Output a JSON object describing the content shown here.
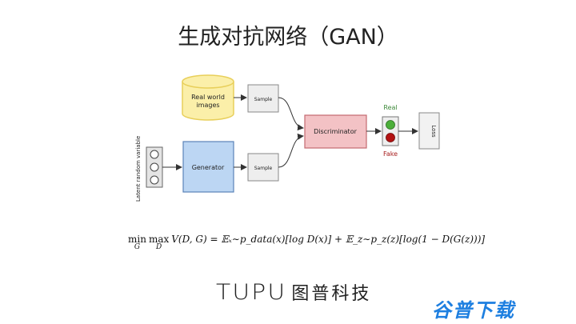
{
  "title": "生成对抗网络（GAN）",
  "diagram": {
    "data_label_line1": "Real world",
    "data_label_line2": "images",
    "sample_top": "Sample",
    "sample_bottom": "Sample",
    "generator": "Generator",
    "discriminator": "Discriminator",
    "real_label": "Real",
    "fake_label": "Fake",
    "loss": "Loss",
    "latent_label": "Latent random variable",
    "colors": {
      "cylinder_fill": "#fbefa9",
      "cylinder_stroke": "#e8cf5a",
      "generator_fill": "#bcd6f3",
      "generator_stroke": "#5a82b8",
      "discriminator_fill": "#f3c2c5",
      "discriminator_stroke": "#c46a70",
      "real_color": "#3e8a3a",
      "fake_color": "#a71d1d",
      "light_green": "#4caf3a",
      "light_red": "#b31212"
    }
  },
  "formula": {
    "min": "min",
    "min_sub": "G",
    "max": "max",
    "max_sub": "D",
    "body": "V(D, G) = 𝔼ₓ∼p_data(x)[log D(x)] + 𝔼_z∼p_z(z)[log(1 − D(G(z)))]"
  },
  "brand": {
    "latin": "TUPU",
    "cjk": "图普科技"
  },
  "watermark": "谷普下载"
}
